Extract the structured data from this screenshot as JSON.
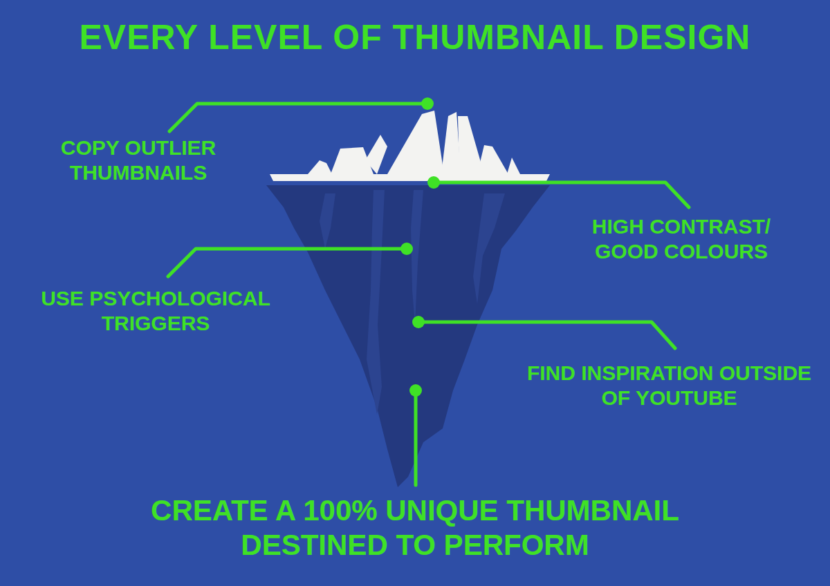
{
  "diagram": {
    "title": "EVERY LEVEL OF THUMBNAIL DESIGN",
    "labels": [
      "COPY OUTLIER THUMBNAILS",
      "HIGH CONTRAST/ GOOD COLOURS",
      "USE PSYCHOLOGICAL TRIGGERS",
      "FIND INSPIRATION OUTSIDE OF YOUTUBE",
      "CREATE A 100% UNIQUE THUMBNAIL DESTINED TO PERFORM"
    ]
  }
}
